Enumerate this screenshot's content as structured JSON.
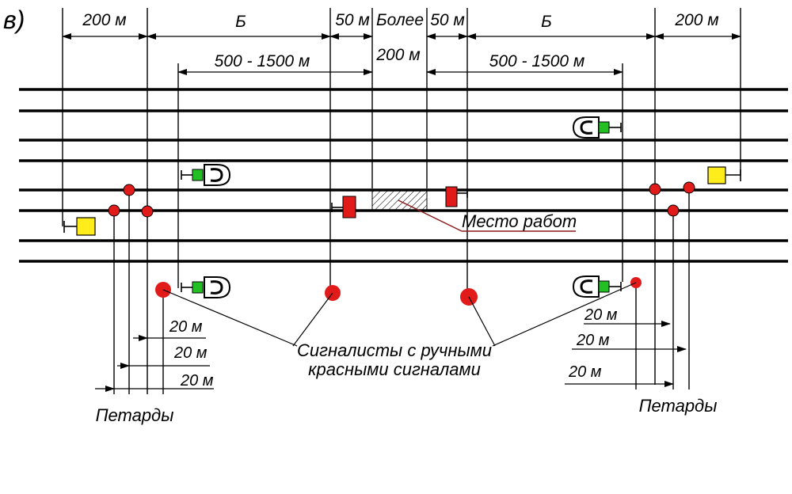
{
  "figure_label": "в)",
  "dimensions": {
    "top_left_200": "200 м",
    "top_b_left": "Б",
    "top_50_left": "50 м",
    "top_bolee": "Более",
    "top_bolee_200": "200 м",
    "top_50_right": "50 м",
    "top_b_right": "Б",
    "top_right_200": "200 м",
    "range_left": "500 - 1500 м",
    "range_right": "500 - 1500 м",
    "left_20_a": "20 м",
    "left_20_b": "20 м",
    "left_20_c": "20 м",
    "right_20_a": "20 м",
    "right_20_b": "20 м",
    "right_20_c": "20 м"
  },
  "labels": {
    "work_place": "Место работ",
    "signalmen_line1": "Сигналисты с ручными",
    "signalmen_line2": "красными сигналами",
    "petards_left": "Петарды",
    "petards_right": "Петарды",
    "sign_letter": "С"
  },
  "colors": {
    "red": "#e11a1a",
    "green": "#22c022",
    "yellow": "#ffec1a",
    "dark_red_leader": "#8b1a1a"
  }
}
